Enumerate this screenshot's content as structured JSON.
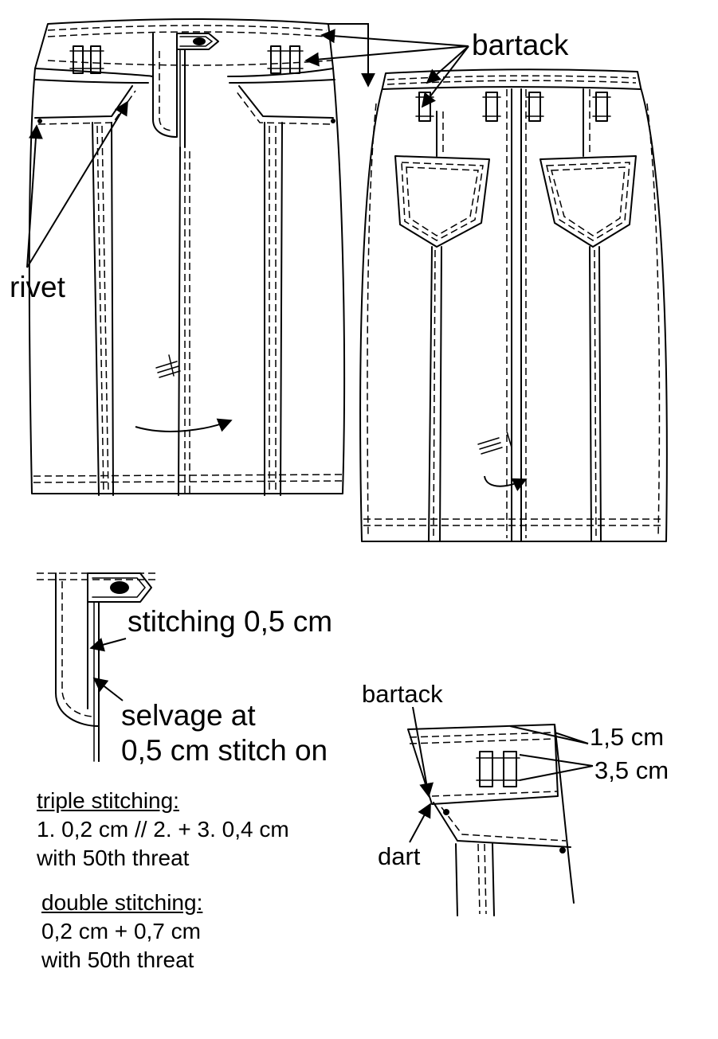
{
  "labels": {
    "bartack_top": "bartack",
    "rivet": "rivet",
    "stitching": "stitching 0,5 cm",
    "selvage_1": "selvage at",
    "selvage_2": "0,5 cm stitch on",
    "triple_title": "triple stitching:",
    "triple_line1": "1. 0,2 cm // 2. + 3. 0,4 cm",
    "triple_line2": "with 50th threat",
    "double_title": "double stitching:",
    "double_line1": "0,2 cm  +  0,7 cm",
    "double_line2": "with 50th threat",
    "bartack_detail": "bartack",
    "dim_waistband": "1,5 cm",
    "dim_loop": "3,5 cm",
    "dart": "dart"
  }
}
